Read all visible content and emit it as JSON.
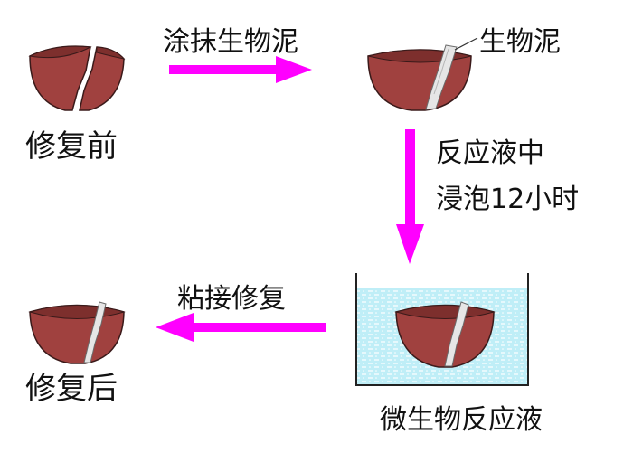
{
  "labels": {
    "before_repair": "修复前",
    "apply_bio_mud": "涂抹生物泥",
    "bio_mud": "生物泥",
    "soak_line1": "反应液中",
    "soak_line2": "浸泡12小时",
    "bond_repair": "粘接修复",
    "after_repair": "修复后",
    "microbial_solution": "微生物反应液"
  },
  "colors": {
    "arrow": "#ff00ff",
    "bowl_fill": "#a0413f",
    "bowl_inner": "#8a3533",
    "bowl_outline": "#3a1a1a",
    "mud": "#e6e6e6",
    "liquid": "#bfeef7",
    "tank_outline": "#222222"
  },
  "icons": {
    "bowl_broken": "broken-bowl-icon",
    "bowl_with_mud": "bowl-with-mud-icon",
    "bowl_soaking": "soaking-bowl-icon",
    "bowl_repaired": "repaired-bowl-icon",
    "tank": "reaction-tank-icon"
  }
}
